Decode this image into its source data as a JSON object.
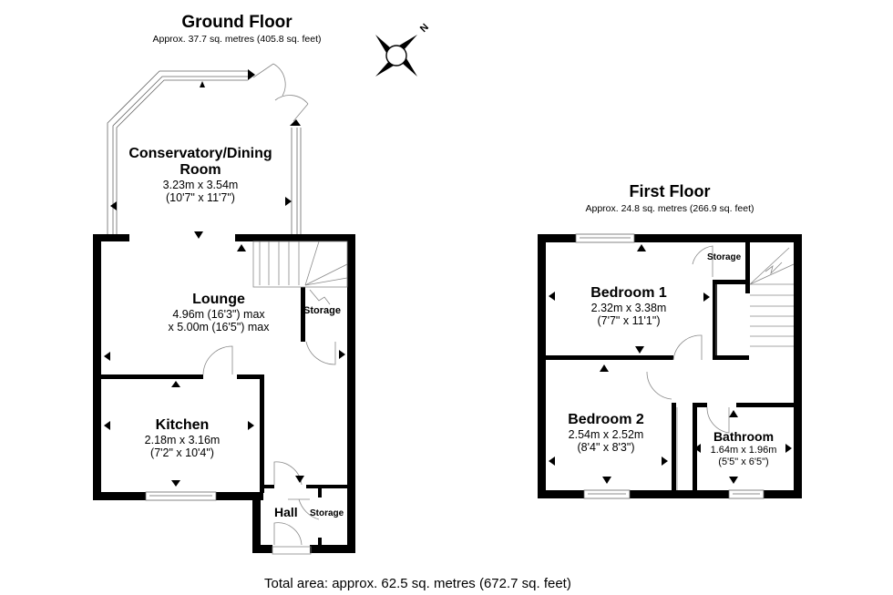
{
  "ground_floor": {
    "title": "Ground Floor",
    "area": "Approx. 37.7 sq. metres (405.8 sq. feet)",
    "rooms": {
      "conservatory": {
        "name_line1": "Conservatory/Dining",
        "name_line2": "Room",
        "metric": "3.23m x 3.54m",
        "imperial": "(10'7\" x 11'7\")"
      },
      "lounge": {
        "name": "Lounge",
        "dim_line1": "4.96m (16'3\") max",
        "dim_line2": "x 5.00m (16'5\") max"
      },
      "kitchen": {
        "name": "Kitchen",
        "metric": "2.18m x 3.16m",
        "imperial": "(7'2\" x 10'4\")"
      },
      "hall": {
        "name": "Hall"
      },
      "storage_lounge": {
        "name": "Storage"
      },
      "storage_hall": {
        "name": "Storage"
      }
    }
  },
  "first_floor": {
    "title": "First Floor",
    "area": "Approx. 24.8 sq. metres (266.9 sq. feet)",
    "rooms": {
      "bedroom1": {
        "name": "Bedroom 1",
        "metric": "2.32m x 3.38m",
        "imperial": "(7'7\" x 11'1\")"
      },
      "bedroom2": {
        "name": "Bedroom 2",
        "metric": "2.54m x 2.52m",
        "imperial": "(8'4\" x 8'3\")"
      },
      "bathroom": {
        "name": "Bathroom",
        "metric": "1.64m x 1.96m",
        "imperial": "(5'5\" x 6'5\")"
      },
      "storage": {
        "name": "Storage"
      }
    }
  },
  "compass": {
    "icon": "compass-rose-icon",
    "north_label": "N"
  },
  "total_area": "Total area: approx. 62.5 sq. metres (672.7 sq. feet)",
  "colors": {
    "wall": "#000000",
    "line": "#888888",
    "background": "#ffffff"
  }
}
